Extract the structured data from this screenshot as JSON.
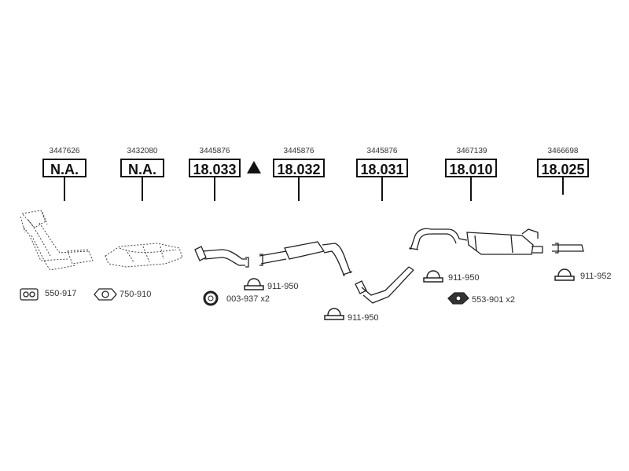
{
  "parts": [
    {
      "ref": "3447626",
      "code": "N.A."
    },
    {
      "ref": "3432080",
      "code": "N.A."
    },
    {
      "ref": "3445876",
      "code": "18.033"
    },
    {
      "ref": "3445876",
      "code": "18.032"
    },
    {
      "ref": "3445876",
      "code": "18.031"
    },
    {
      "ref": "3467139",
      "code": "18.010"
    },
    {
      "ref": "3466698",
      "code": "18.025"
    }
  ],
  "accessories": [
    {
      "label": "550-917",
      "icon": "gasket-plate-icon"
    },
    {
      "label": "750-910",
      "icon": "ring-gasket-icon"
    },
    {
      "label": "911-950",
      "icon": "pipe-clamp-icon"
    },
    {
      "label": "003-937 x2",
      "icon": "seal-ring-icon"
    },
    {
      "label": "911-950",
      "icon": "pipe-clamp-icon"
    },
    {
      "label": "911-950",
      "icon": "pipe-clamp-icon"
    },
    {
      "label": "553-901 x2",
      "icon": "rubber-mount-icon"
    },
    {
      "label": "911-952",
      "icon": "pipe-clamp-icon"
    }
  ]
}
